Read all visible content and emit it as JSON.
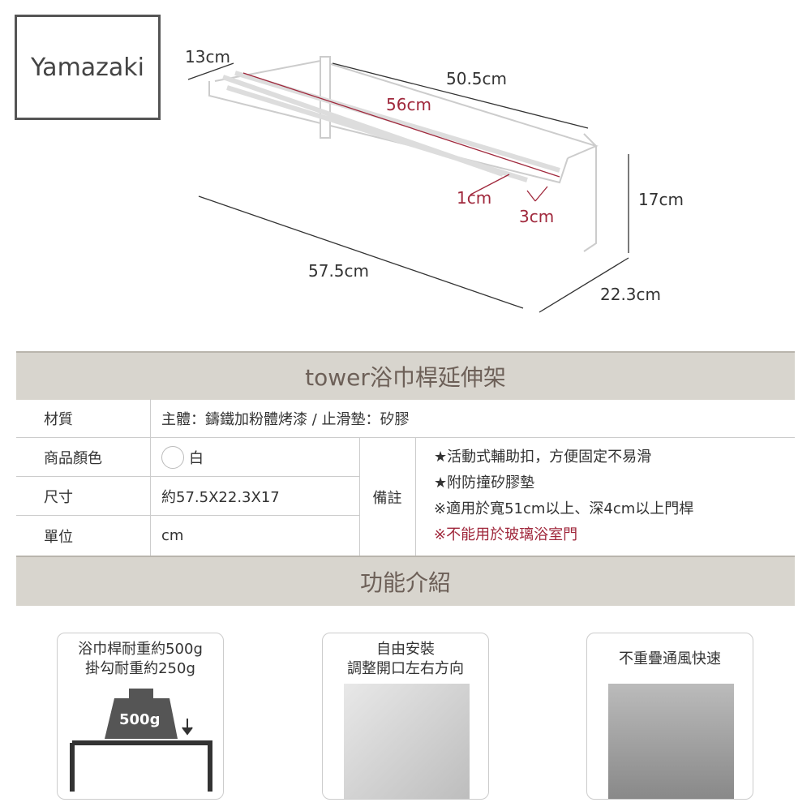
{
  "brand": "Yamazaki",
  "dimensions": {
    "top_depth": "13cm",
    "length": "50.5cm",
    "bar_length": "56cm",
    "gap1": "1cm",
    "gap2": "3cm",
    "height": "17cm",
    "total_length": "57.5cm",
    "depth": "22.3cm"
  },
  "table": {
    "title": "tower浴巾桿延伸架",
    "rows": [
      {
        "label": "材質",
        "value": "主體：鑄鐵加粉體烤漆 / 止滑墊：矽膠"
      },
      {
        "label": "商品顏色",
        "value": "白"
      },
      {
        "label": "尺寸",
        "value": "約57.5X22.3X17"
      },
      {
        "label": "單位",
        "value": "cm"
      }
    ],
    "notes_label": "備註",
    "notes": [
      "★活動式輔助扣，方便固定不易滑",
      "★附防撞矽膠墊",
      "※適用於寬51cm以上、深4cm以上門桿",
      "※不能用於玻璃浴室門"
    ]
  },
  "features": {
    "title": "功能介紹",
    "cards": [
      {
        "lines": [
          "浴巾桿耐重約500g",
          "掛勾耐重約250g"
        ],
        "weight": "500g"
      },
      {
        "lines": [
          "自由安裝",
          "調整開口左右方向"
        ]
      },
      {
        "lines": [
          "不重疊通風快速"
        ]
      }
    ]
  },
  "colors": {
    "band": "#d8d5ce",
    "accent_red": "#a0283c"
  }
}
